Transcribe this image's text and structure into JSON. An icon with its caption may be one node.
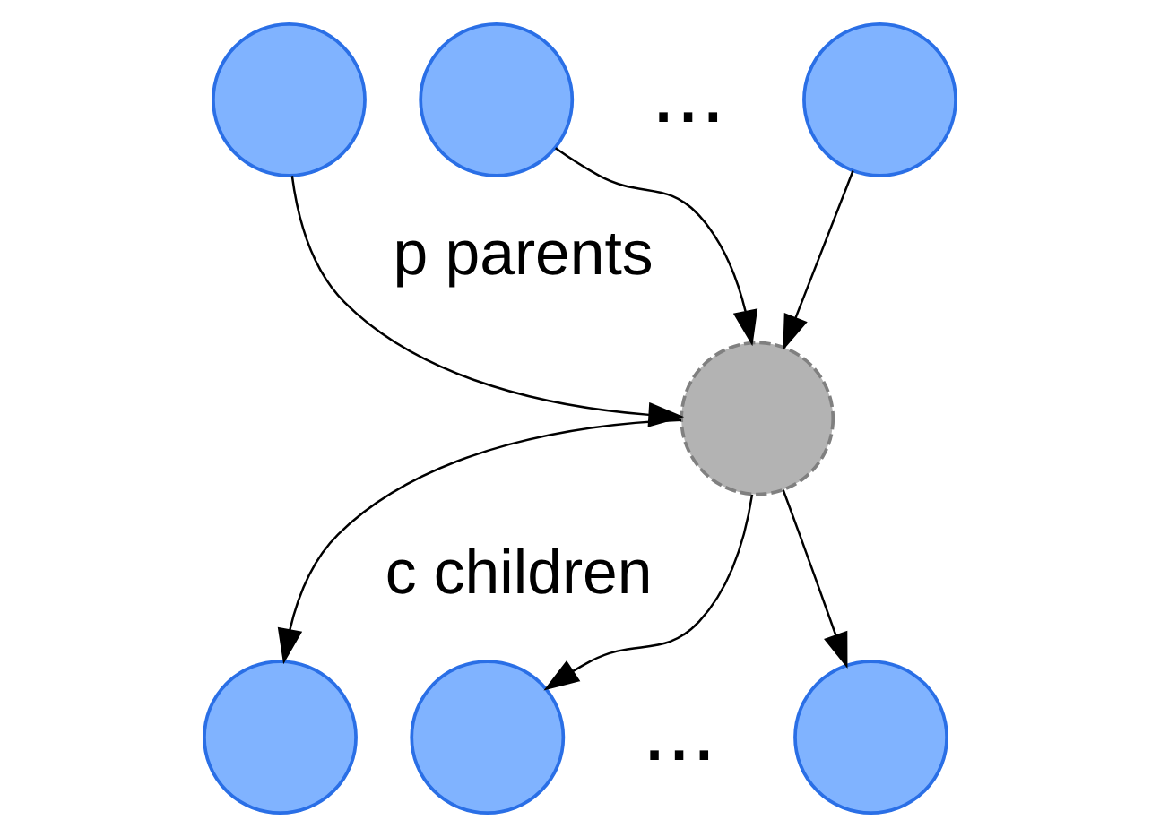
{
  "diagram": {
    "nodes": [
      {
        "text": [],
        "shape": "circle"
      },
      {
        "text": [],
        "shape": "circle"
      },
      {
        "text": [],
        "shape": "circle"
      },
      {
        "text": [],
        "shape": "circle"
      },
      {
        "text": [],
        "shape": "circle"
      },
      {
        "text": [],
        "shape": "circle"
      },
      {
        "text": [],
        "shape": "circle"
      }
    ],
    "edges": [
      {
        "from": 0,
        "to": 3,
        "arrow": "to"
      },
      {
        "from": 1,
        "to": 3,
        "arrow": "to"
      },
      {
        "from": 2,
        "to": 3,
        "arrow": "to"
      },
      {
        "from": 3,
        "to": 4,
        "arrow": "to"
      },
      {
        "from": 3,
        "to": 5,
        "arrow": "to"
      },
      {
        "from": 3,
        "to": 6,
        "arrow": "to"
      }
    ],
    "labels": [
      "...",
      "p parents",
      "c children",
      "..."
    ]
  }
}
